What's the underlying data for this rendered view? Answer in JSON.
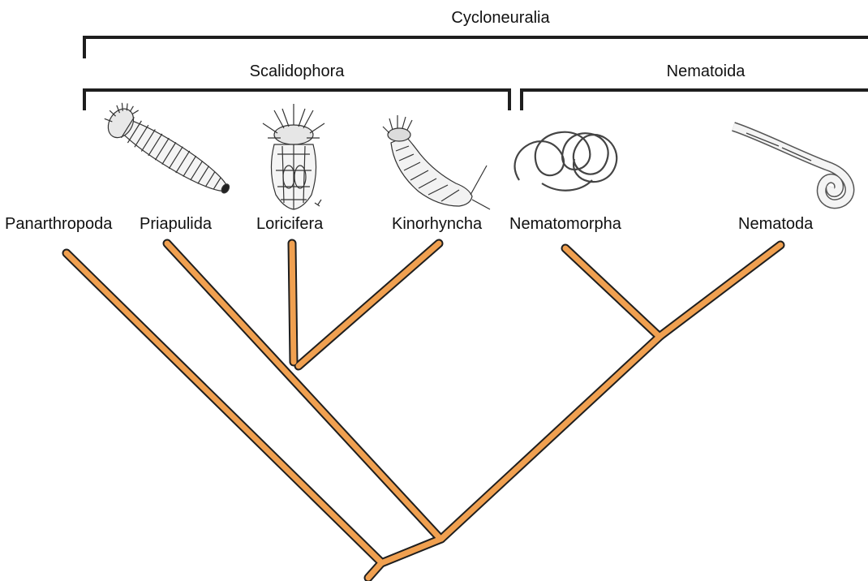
{
  "groups": {
    "cycloneuralia": "Cycloneuralia",
    "scalidophora": "Scalidophora",
    "nematoida": "Nematoida"
  },
  "taxa": {
    "panarthropoda": "Panarthropoda",
    "priapulida": "Priapulida",
    "loricifera": "Loricifera",
    "kinorhyncha": "Kinorhyncha",
    "nematomorpha": "Nematomorpha",
    "nematoda": "Nematoda"
  },
  "colors": {
    "branch": "#f0a050",
    "branch_edge": "#1e1e1e",
    "bracket": "#1e1e1e"
  },
  "icons": {
    "priapulida": "priapulid-worm-illustration",
    "loricifera": "loriciferan-illustration",
    "kinorhyncha": "kinorhynch-illustration",
    "nematomorpha": "horsehair-worm-illustration",
    "nematoda": "roundworm-illustration"
  }
}
